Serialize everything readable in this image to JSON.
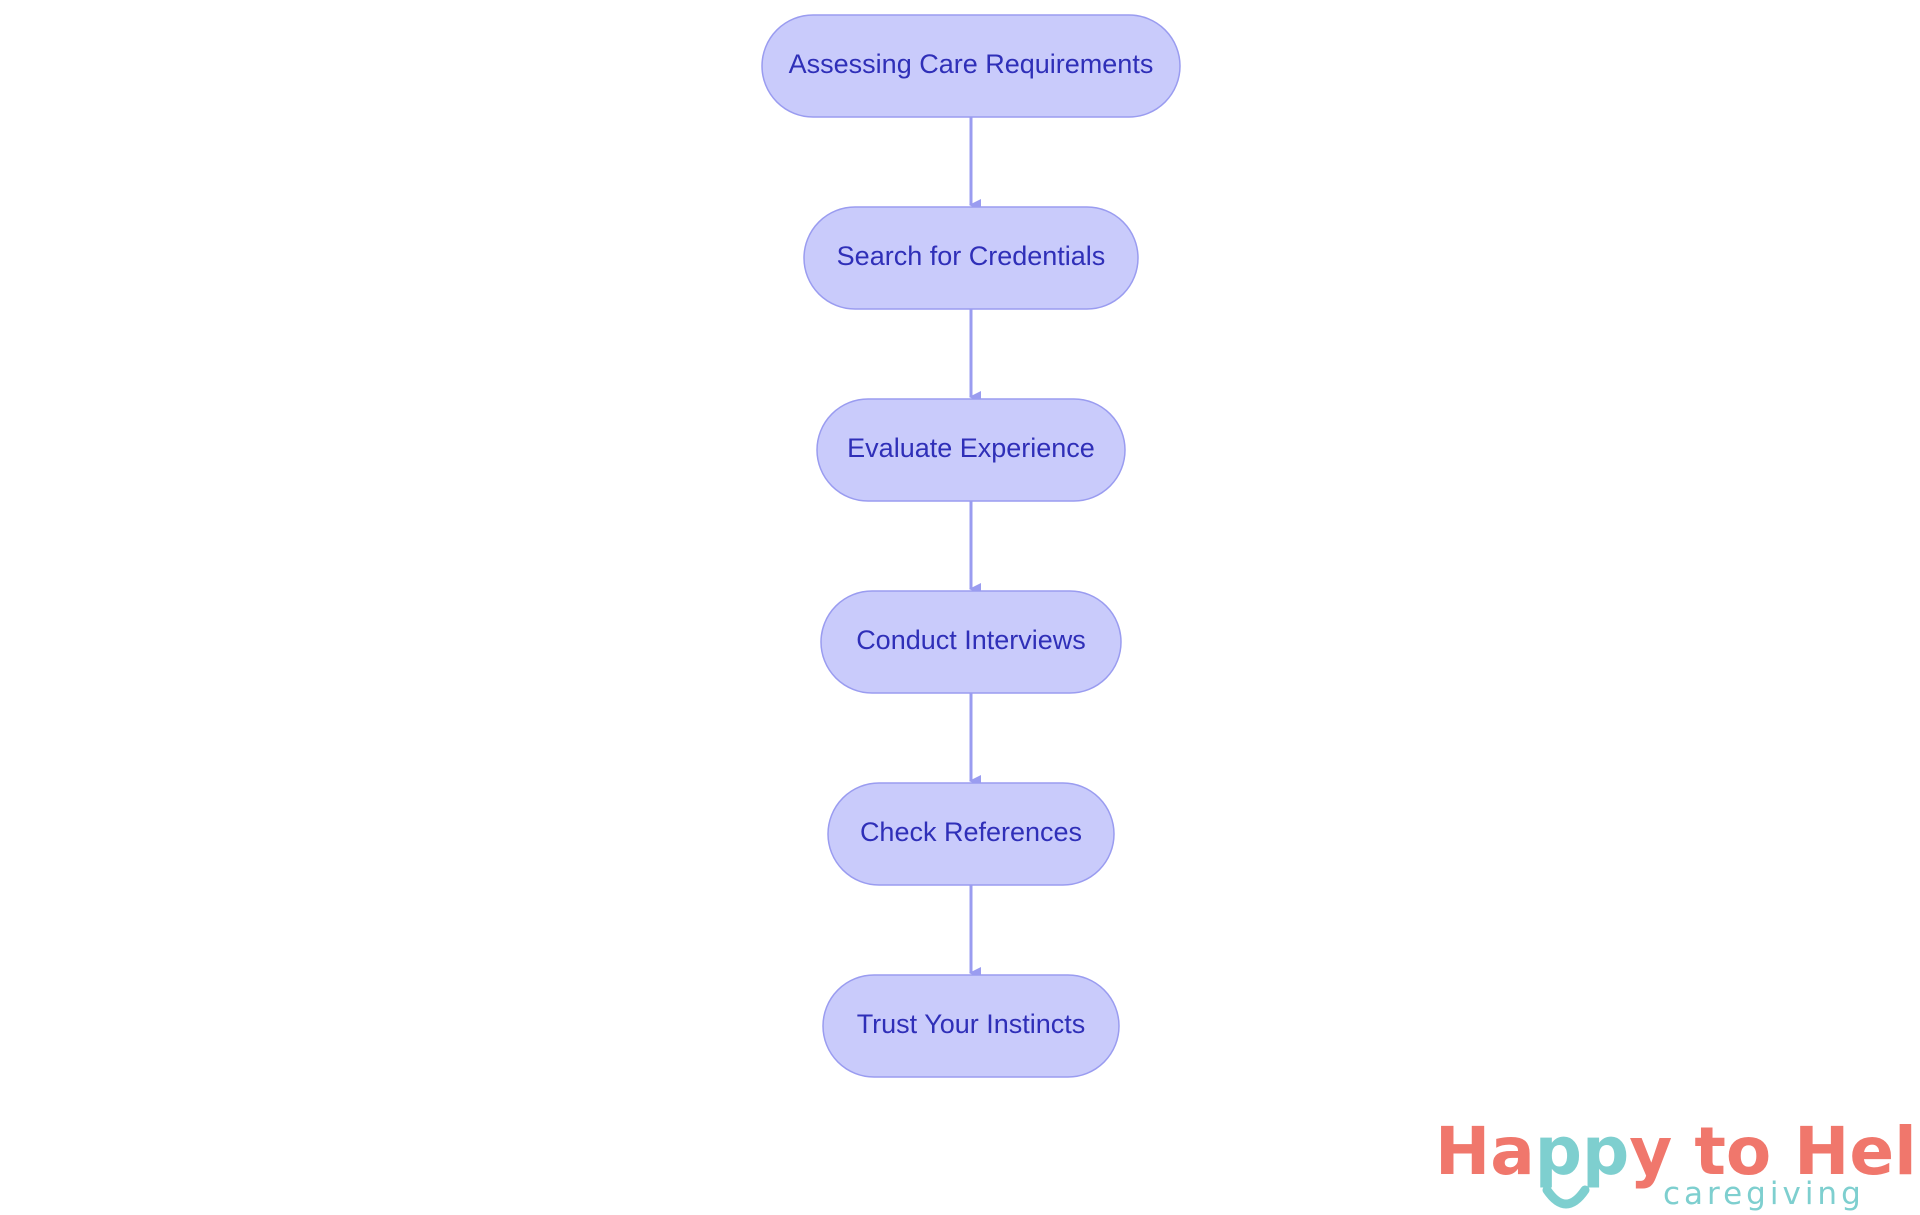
{
  "flowchart": {
    "steps": [
      {
        "label": "Assessing Care Requirements"
      },
      {
        "label": "Search for Credentials"
      },
      {
        "label": "Evaluate Experience"
      },
      {
        "label": "Conduct Interviews"
      },
      {
        "label": "Check References"
      },
      {
        "label": "Trust Your Instincts"
      }
    ],
    "colors": {
      "node_fill": "#c9cbfb",
      "node_stroke": "#9a9cf0",
      "node_text": "#2f2fb8",
      "edge": "#9a9cf0"
    }
  },
  "logo": {
    "word_happy_part1": "Ha",
    "word_happy_p1": "p",
    "word_happy_p2": "p",
    "word_happy_y": "y",
    "word_to_help": "to Help",
    "tagline": "caregiving",
    "colors": {
      "coral": "#f0776c",
      "teal": "#7ecfcf"
    }
  }
}
